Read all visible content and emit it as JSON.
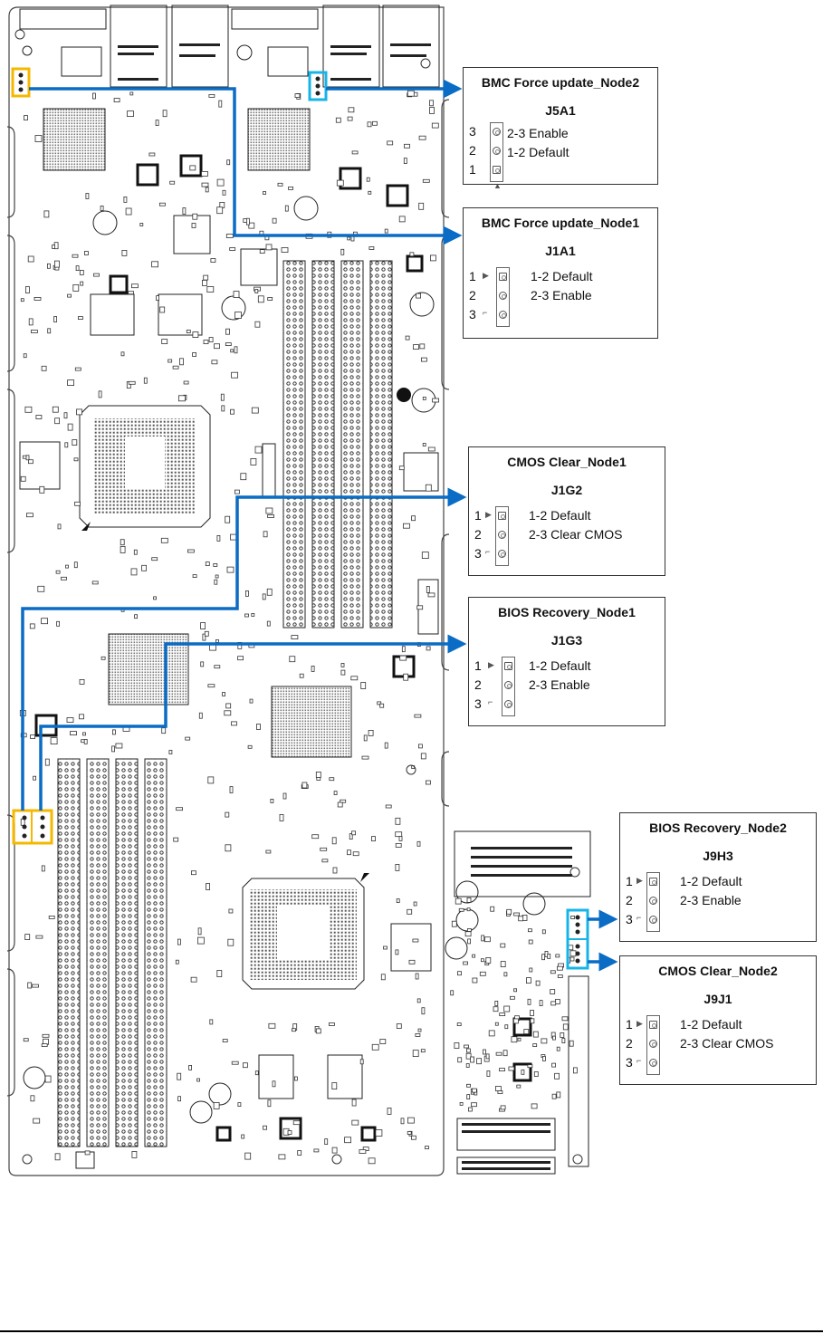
{
  "diagram": {
    "subject": "Motherboard jumper locations",
    "colors": {
      "arrow": "#0a6cc4",
      "highlight_node1": "#f5b800",
      "highlight_node2": "#18b4e8",
      "board_line": "#222222",
      "callout_border": "#333333"
    }
  },
  "callouts": [
    {
      "title": "BMC Force update_Node2",
      "ref": "J5A1",
      "pin_order": [
        "3",
        "2",
        "1"
      ],
      "pin1_position": "bottom",
      "options": [
        "2-3 Enable",
        "1-2 Default"
      ]
    },
    {
      "title": "BMC Force update_Node1",
      "ref": "J1A1",
      "pin_order": [
        "1",
        "2",
        "3"
      ],
      "pin1_position": "top",
      "options": [
        "1-2 Default",
        "2-3 Enable"
      ]
    },
    {
      "title": "CMOS Clear_Node1",
      "ref": "J1G2",
      "pin_order": [
        "1",
        "2",
        "3"
      ],
      "pin1_position": "top",
      "options": [
        "1-2 Default",
        "2-3 Clear CMOS"
      ]
    },
    {
      "title": "BIOS Recovery_Node1",
      "ref": "J1G3",
      "pin_order": [
        "1",
        "2",
        "3"
      ],
      "pin1_position": "top",
      "options": [
        "1-2 Default",
        "2-3 Enable"
      ]
    },
    {
      "title": "BIOS Recovery_Node2",
      "ref": "J9H3",
      "pin_order": [
        "1",
        "2",
        "3"
      ],
      "pin1_position": "top",
      "options": [
        "1-2 Default",
        "2-3 Enable"
      ]
    },
    {
      "title": "CMOS Clear_Node2",
      "ref": "J9J1",
      "pin_order": [
        "1",
        "2",
        "3"
      ],
      "pin1_position": "top",
      "options": [
        "1-2 Default",
        "2-3 Clear CMOS"
      ]
    }
  ],
  "highlights": [
    {
      "label": "J1A1 location",
      "group": "node1"
    },
    {
      "label": "J5A1 location",
      "group": "node2"
    },
    {
      "label": "J1G2 / J1G3 location",
      "group": "node1"
    },
    {
      "label": "J9H3 / J9J1 location",
      "group": "node2"
    }
  ]
}
